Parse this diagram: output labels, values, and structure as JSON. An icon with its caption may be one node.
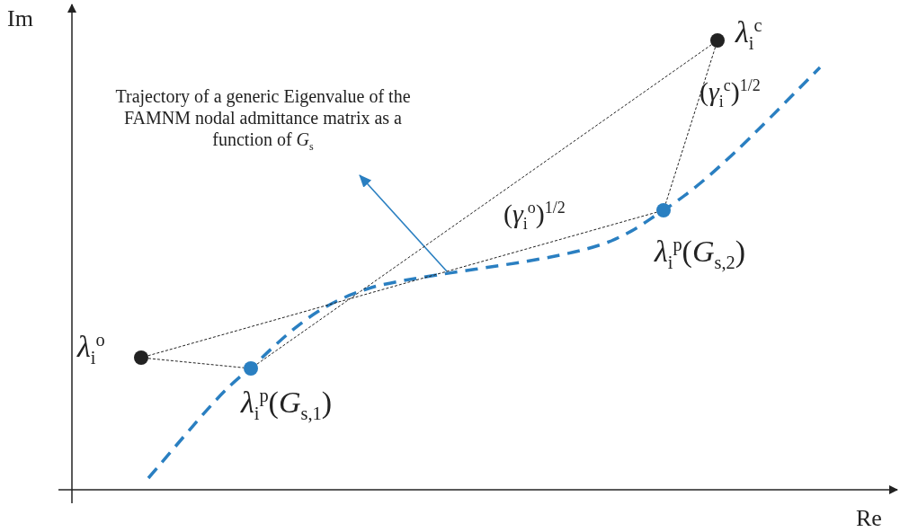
{
  "diagram": {
    "nodes": [
      {
        "text": [
          "Trajectory of a generic Eigenvalue of the FAMNM nodal admittance matrix as a function of *G*$_{s}$"
        ]
      },
      {
        "text": [],
        "shape": "circle",
        "beside": [
          "*λ*$_{i}$$^{c}$"
        ]
      },
      {
        "text": [],
        "shape": "circle",
        "beside": [
          "*λ*$_{i}$$^{p}$(*G*$_{s,2}$)"
        ]
      },
      {
        "text": [],
        "shape": "circle",
        "beside": [
          "*λ*$_{i}$$^{o}$"
        ]
      },
      {
        "text": [],
        "shape": "circle",
        "beside": [
          "*λ*$_{i}$$^{p}$(*G*$_{s,1}$)"
        ]
      }
    ],
    "edges": [
      {
        "from": null,
        "to": 0,
        "arrow": "to",
        "color": "#2a7fc1"
      },
      {
        "from": 1,
        "to": 4,
        "arrow": "none",
        "style": "dashed"
      },
      {
        "from": 1,
        "to": 2,
        "arrow": "none",
        "style": "dashed",
        "label": "(*γ*$_{i}$$^{c}$)$^{1/2}$"
      },
      {
        "from": 3,
        "to": 2,
        "arrow": "none",
        "style": "dashed",
        "label": "(*γ*$_{i}$$^{o}$)$^{1/2}$"
      },
      {
        "from": 3,
        "to": 4,
        "arrow": "none",
        "style": "dashed"
      }
    ],
    "labels": [
      "Im",
      "Re"
    ]
  }
}
